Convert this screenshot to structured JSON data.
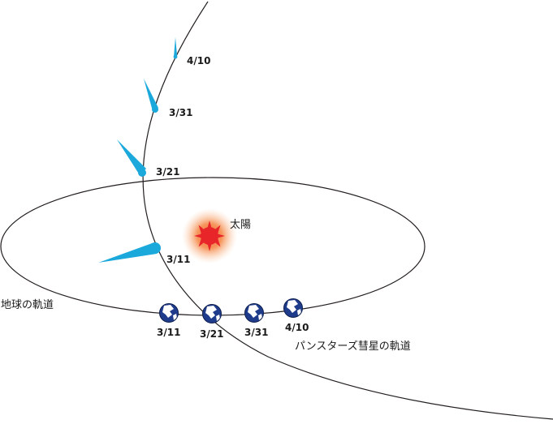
{
  "labels": {
    "sun": "太陽",
    "earth_orbit": "地球の軌道",
    "comet_orbit": "パンスターズ彗星の軌道"
  },
  "comet_positions": [
    {
      "date": "4/10"
    },
    {
      "date": "3/31"
    },
    {
      "date": "3/21"
    },
    {
      "date": "3/11"
    }
  ],
  "earth_positions": [
    {
      "date": "3/11"
    },
    {
      "date": "3/21"
    },
    {
      "date": "3/31"
    },
    {
      "date": "4/10"
    }
  ],
  "colors": {
    "comet": "#1ba9dc",
    "orbit_line": "#231f20",
    "sun_core": "#e8262a",
    "sun_glow": "#f58a4a",
    "earth_ocean": "#1f3c8c",
    "earth_land": "#ffffff"
  }
}
